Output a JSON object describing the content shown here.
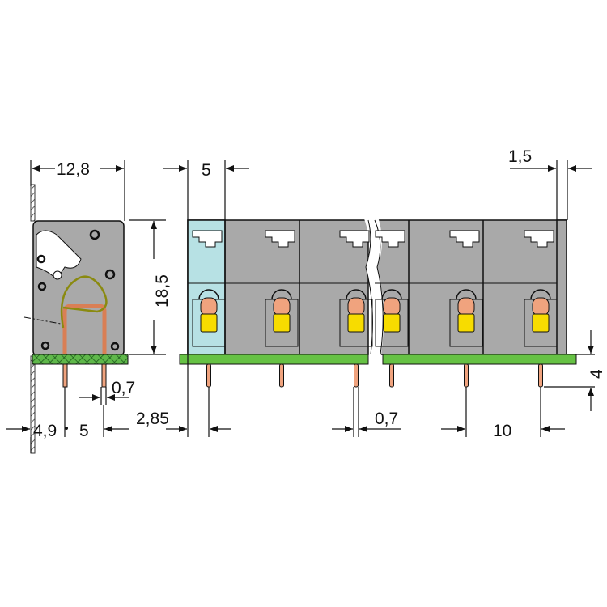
{
  "colors": {
    "housing": "#a9a9a9",
    "first_module": "#b7e1e4",
    "pcb": "#66c244",
    "contact": "#f0a37e",
    "marker": "#f7dc00",
    "line": "#111111"
  },
  "dimensions": {
    "width_side": "12,8",
    "pitch_top": "5",
    "end_plate": "1,5",
    "height": "18,5",
    "pin_width_side": "0,7",
    "pin_offset_a": "4,9",
    "pin_offset_b": "5",
    "first_pin_offset": "2,85",
    "pin_width_front": "0,7",
    "pitch_bottom": "10",
    "pin_length": "4"
  }
}
